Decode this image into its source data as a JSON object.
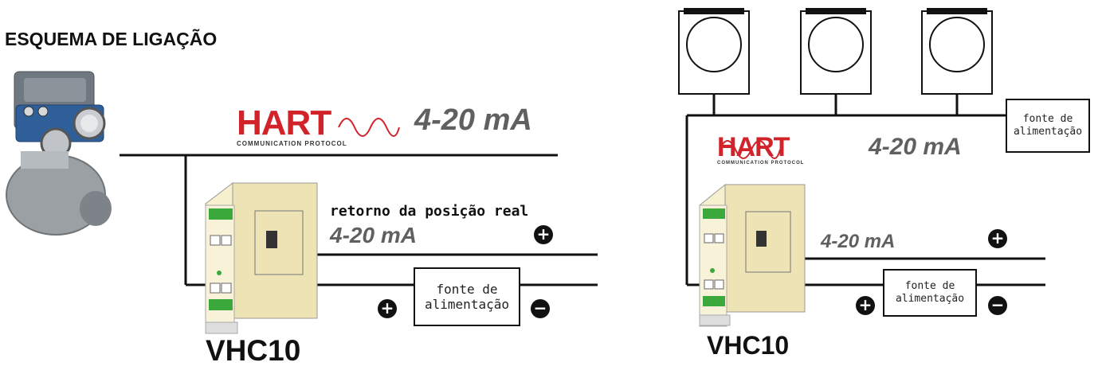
{
  "title": "ESQUEMA DE LIGAÇÃO",
  "left_diagram": {
    "hart_logo": {
      "word": "HART",
      "subtitle": "COMMUNICATION PROTOCOL"
    },
    "signal_top": "4-20 mA",
    "return_label": "retorno da posição real",
    "signal_return": "4-20 mA",
    "power_supply": {
      "line1": "fonte de",
      "line2": "alimentação"
    },
    "device_label": "VHC10",
    "plus": "+",
    "minus": "−"
  },
  "right_diagram": {
    "hart_logo": {
      "word": "HART",
      "subtitle": "COMMUNICATION PROTOCOL"
    },
    "signal_top": "4-20 mA",
    "signal_return": "4-20 mA",
    "power_supply_top": {
      "line1": "fonte de",
      "line2": "alimentação"
    },
    "power_supply_bottom": {
      "line1": "fonte de",
      "line2": "alimentação"
    },
    "device_label": "VHC10",
    "plus": "+",
    "minus": "−"
  },
  "colors": {
    "hart_red": "#d2232a",
    "device_body": "#f3ecc4",
    "terminal_green": "#3aa83a",
    "valve_blue": "#2f5f99"
  }
}
